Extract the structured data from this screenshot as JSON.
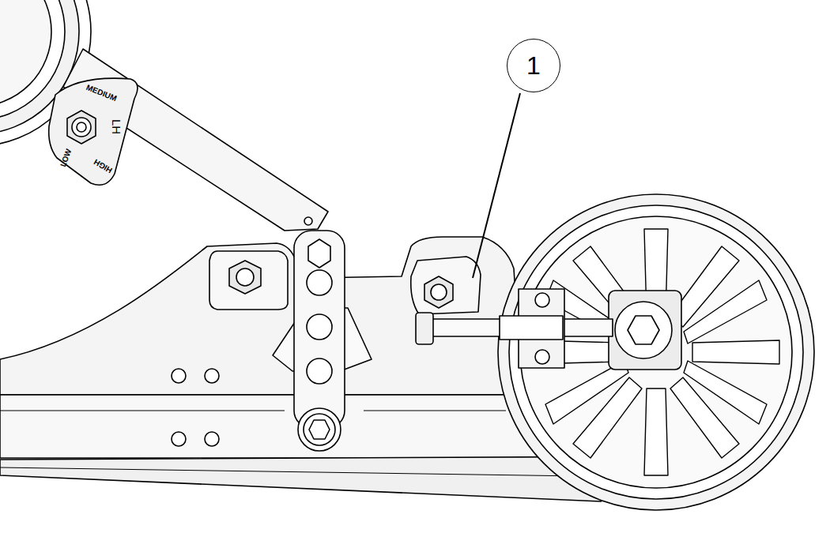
{
  "diagram": {
    "nodes": [
      {
        "text": [
          "1"
        ]
      }
    ],
    "labels": [
      "MEDIUM",
      "LH",
      "LOW",
      "HIGH"
    ]
  }
}
